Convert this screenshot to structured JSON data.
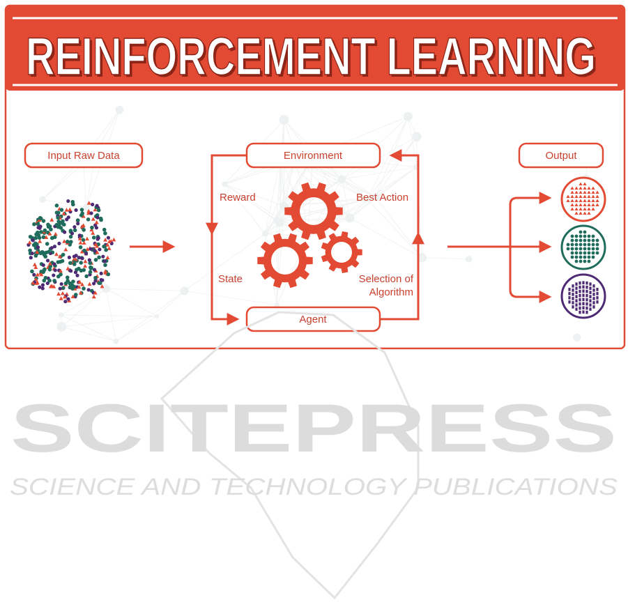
{
  "diagram": {
    "title": "REINFORCEMENT LEARNING",
    "boxes": {
      "input": "Input Raw Data",
      "environment": "Environment",
      "agent": "Agent",
      "output": "Output"
    },
    "edge_labels": {
      "reward": "Reward",
      "best_action": "Best Action",
      "state": "State",
      "selection_line1": "Selection of",
      "selection_line2": "Algorithm"
    }
  },
  "watermark": {
    "brand": "SCITEPRESS",
    "tagline": "SCIENCE AND TECHNOLOGY PUBLICATIONS"
  },
  "colors": {
    "accent": "#e24a33",
    "teal": "#1f6b5c",
    "purple": "#4d2a73",
    "watermark": "#dddddd"
  },
  "icons": [
    "gear-icon",
    "data-scatter-icon",
    "output-triangles-icon",
    "output-dots-icon",
    "output-bars-icon"
  ]
}
